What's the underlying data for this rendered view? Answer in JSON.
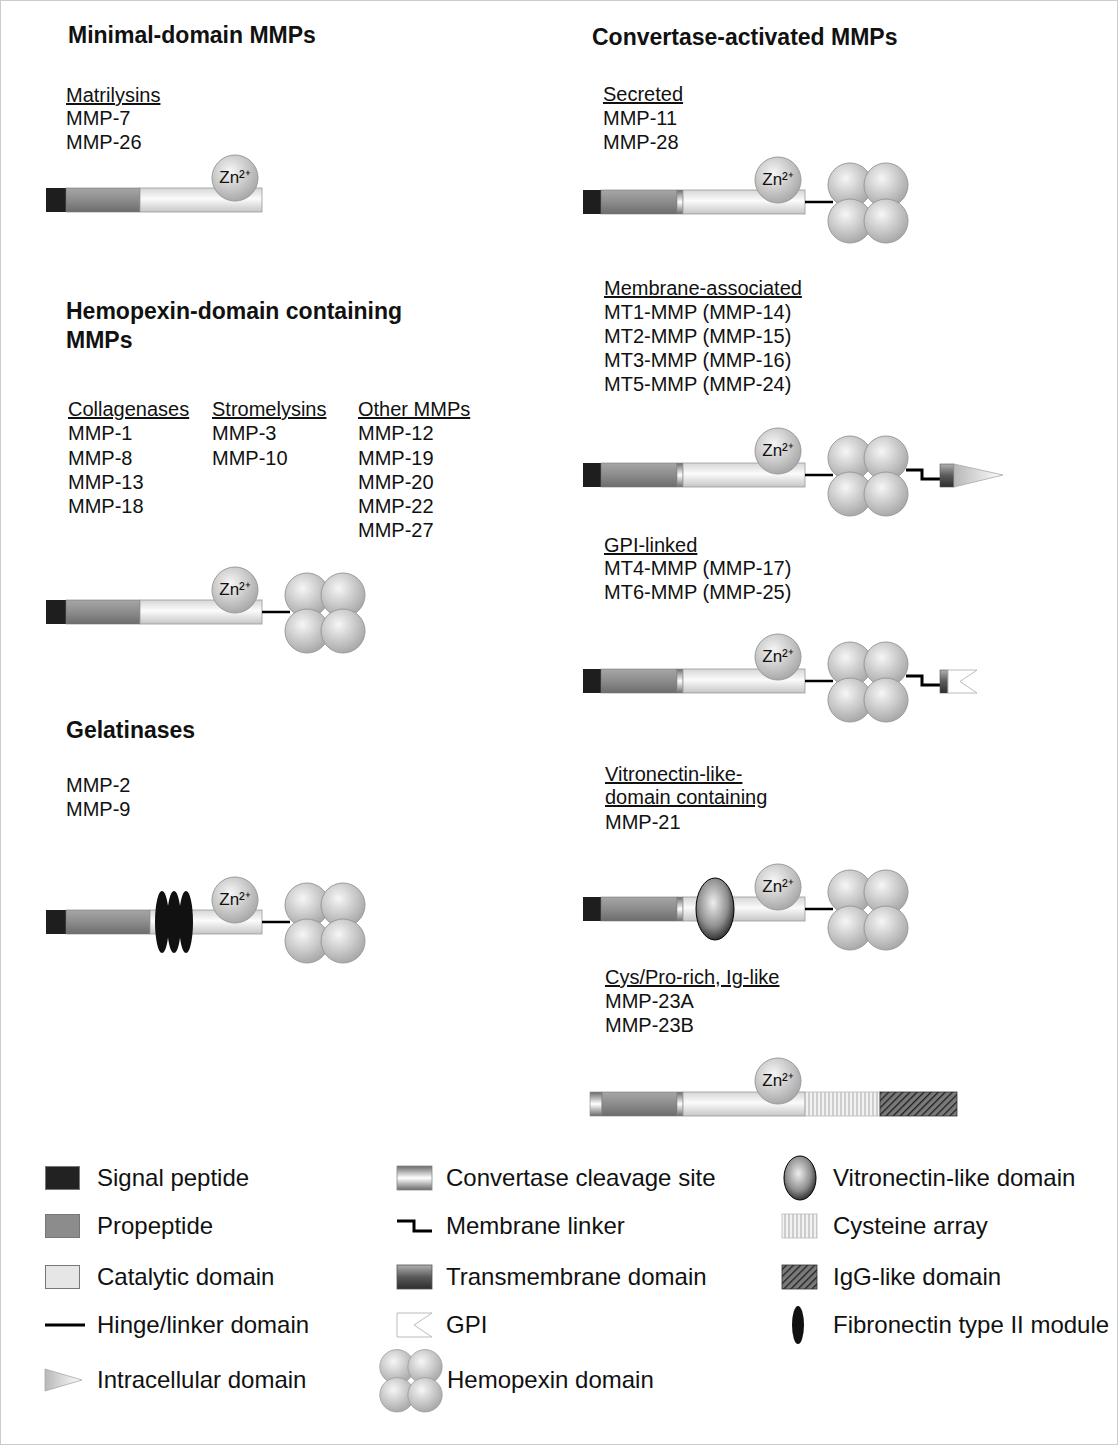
{
  "diagram": {
    "nodes": [
      {
        "text": [
          "Zn²⁺"
        ]
      },
      {
        "text": [
          "Zn²⁺"
        ]
      },
      {
        "text": [
          "Zn²⁺"
        ]
      },
      {
        "text": [
          "Zn²⁺"
        ]
      },
      {
        "text": [
          "Zn²⁺"
        ]
      },
      {
        "text": [
          "Zn²⁺"
        ]
      },
      {
        "text": [
          "Zn²⁺"
        ]
      },
      {
        "text": [
          "Zn²⁺"
        ]
      }
    ],
    "labels": [
      "Minimal-domain MMPs",
      "Matrilysins",
      "MMP-7",
      "MMP-26",
      "Hemopexin-domain containing MMPs",
      "Collagenases",
      "MMP-1",
      "MMP-8",
      "MMP-13",
      "MMP-18",
      "Stromelysins",
      "MMP-3",
      "MMP-10",
      "Other MMPs",
      "MMP-12",
      "MMP-19",
      "MMP-20",
      "MMP-22",
      "MMP-27",
      "Gelatinases",
      "MMP-2",
      "MMP-9",
      "Convertase-activated MMPs",
      "Secreted",
      "MMP-11",
      "MMP-28",
      "Membrane-associated",
      "MT1-MMP (MMP-14)",
      "MT2-MMP (MMP-15)",
      "MT3-MMP (MMP-16)",
      "MT5-MMP (MMP-24)",
      "GPI-linked",
      "MT4-MMP (MMP-17)",
      "MT6-MMP (MMP-25)",
      "Vitronectin-like-domain containing",
      "MMP-21",
      "Cys/Pro-rich, Ig-like",
      "MMP-23A",
      "MMP-23B"
    ],
    "legend": [
      {
        "text": "Signal peptide",
        "color": "#222222"
      },
      {
        "text": "Propeptide",
        "color": "#8c8c8c"
      },
      {
        "text": "Catalytic domain",
        "color": "#e6e6e6"
      },
      {
        "text": "Hinge/linker domain"
      },
      {
        "text": "Intracellular domain"
      },
      {
        "text": "Convertase cleavage site"
      },
      {
        "text": "Membrane linker"
      },
      {
        "text": "Transmembrane domain"
      },
      {
        "text": "GPI"
      },
      {
        "text": "Hemopexin domain"
      },
      {
        "text": "Vitronectin-like domain"
      },
      {
        "text": "Cysteine array"
      },
      {
        "text": "IgG-like domain"
      },
      {
        "text": "Fibronectin type II module"
      }
    ]
  }
}
